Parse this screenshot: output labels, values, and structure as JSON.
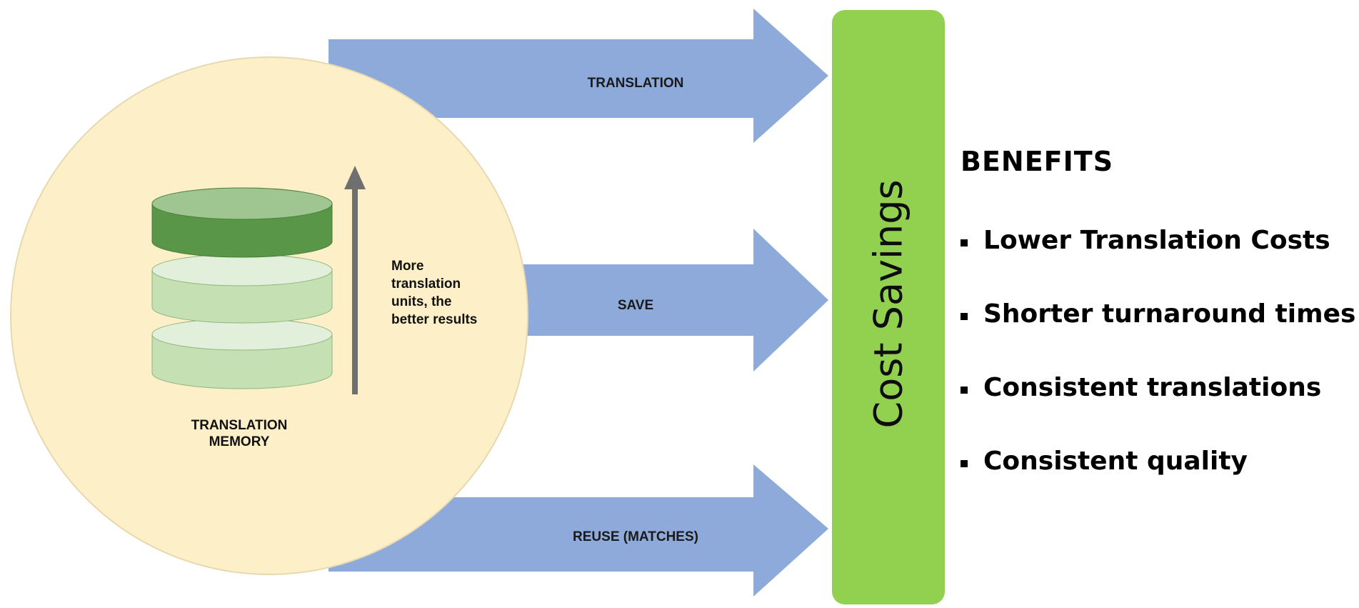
{
  "arrows": [
    {
      "id": "translation",
      "label": "TRANSLATION"
    },
    {
      "id": "save",
      "label": "SAVE"
    },
    {
      "id": "reuse",
      "label": "REUSE (MATCHES)"
    }
  ],
  "memory": {
    "label_line1": "TRANSLATION",
    "label_line2": "MEMORY",
    "note_lines": [
      "More",
      "translation",
      "units, the",
      "better results"
    ]
  },
  "savings": {
    "label": "Cost Savings"
  },
  "benefits": {
    "title": "BENEFITS",
    "items": [
      "Lower Translation Costs",
      "Shorter turnaround times",
      "Consistent translations",
      "Consistent quality"
    ]
  },
  "colors": {
    "arrow": "#8eaadb",
    "circle": "#fdefc7",
    "savings_bar": "#92d050",
    "disk_dark": "#5a9648",
    "disk_dark_top": "#9fc590",
    "disk_light": "#c5e0b3",
    "disk_light_top": "#e2efda"
  }
}
